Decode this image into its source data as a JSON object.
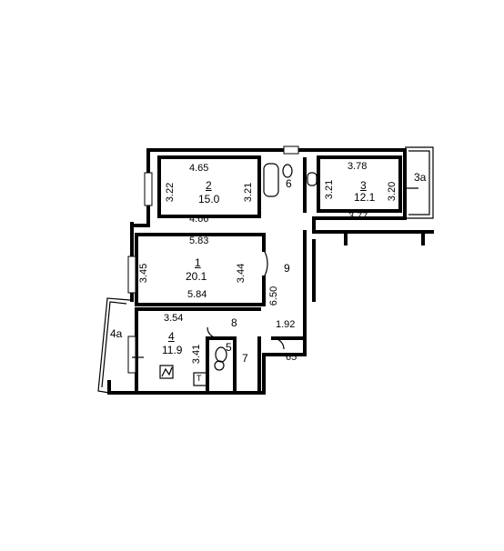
{
  "rooms": {
    "r1": {
      "num": "1",
      "area": "20.1",
      "top": "5.83",
      "bottom": "5.84",
      "left": "3.45",
      "right": "3.44"
    },
    "r2": {
      "num": "2",
      "area": "15.0",
      "top": "4.65",
      "bottom": "4.66",
      "left": "3.22",
      "right": "3.21"
    },
    "r3": {
      "num": "3",
      "area": "12.1",
      "top": "3.78",
      "bottom": "3.77",
      "left": "3.21",
      "right": "3.20"
    },
    "r4": {
      "num": "4",
      "area": "11.9",
      "top": "3.54",
      "right": "3.41"
    },
    "r5": {
      "num": "5"
    },
    "r6": {
      "num": "6"
    },
    "r7": {
      "num": "7"
    },
    "r8": {
      "num": "8"
    },
    "r9": {
      "num": "9",
      "length": "6.50",
      "width": "1.92",
      "door": "65"
    }
  },
  "balconies": {
    "b3a": "3a",
    "b4a": "4a"
  },
  "fixtures": {
    "t_label": "Т"
  }
}
